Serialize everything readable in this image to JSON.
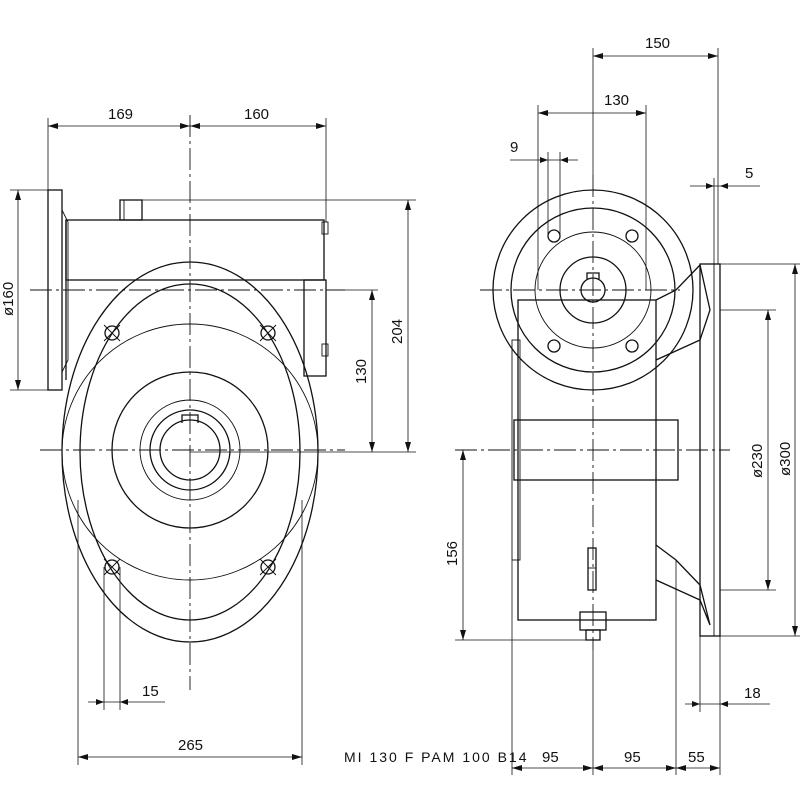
{
  "caption": "MI 130 F PAM 100 B14",
  "dimensions": {
    "d169": "169",
    "d160": "160",
    "d_flange_dia": "ø160",
    "d204": "204",
    "d130_height": "130",
    "d15": "15",
    "d265": "265",
    "d150": "150",
    "d130_width": "130",
    "d9": "9",
    "d5": "5",
    "d_dia230": "ø230",
    "d_dia300": "ø300",
    "d156": "156",
    "d18": "18",
    "d95_left": "95",
    "d95_right": "95",
    "d55": "55"
  }
}
